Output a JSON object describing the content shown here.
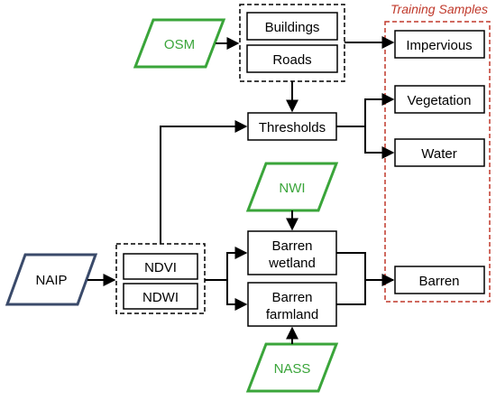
{
  "inputs": {
    "osm": "OSM",
    "naip": "NAIP",
    "nwi": "NWI",
    "nass": "NASS"
  },
  "features": {
    "buildings": "Buildings",
    "roads": "Roads",
    "ndvi": "NDVI",
    "ndwi": "NDWI"
  },
  "process": {
    "thresholds": "Thresholds",
    "barren_wetland": [
      "Barren",
      "wetland"
    ],
    "barren_farmland": [
      "Barren",
      "farmland"
    ]
  },
  "training_samples": {
    "title": "Training Samples",
    "classes": {
      "impervious": "Impervious",
      "vegetation": "Vegetation",
      "water": "Water",
      "barren": "Barren"
    }
  },
  "colors": {
    "ancillary_input": "#3aa53a",
    "imagery_input": "#3a4a6a",
    "training_box": "#c0392b",
    "stroke": "#000000"
  }
}
